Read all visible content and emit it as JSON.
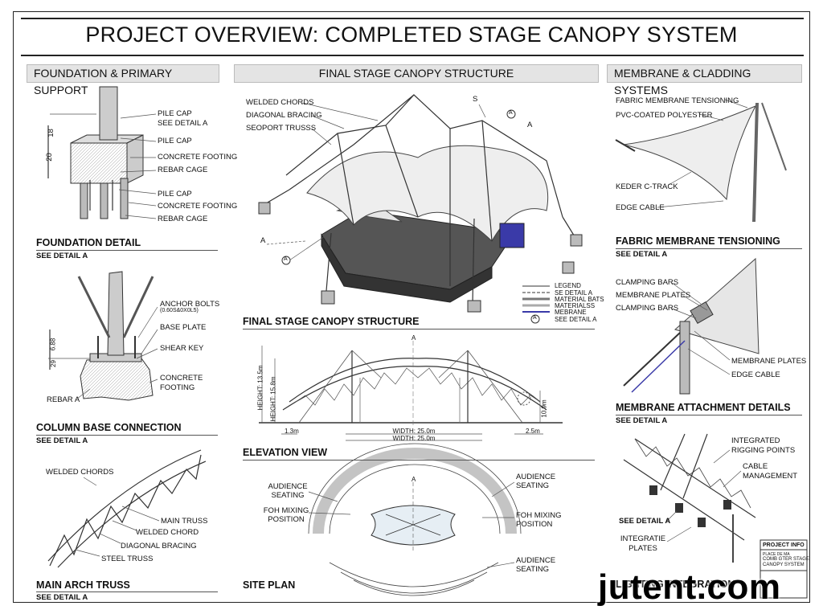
{
  "title": "PROJECT OVERVIEW: COMPLETED STAGE CANOPY SYSTEM",
  "panels": {
    "left": "FOUNDATION & PRIMARY SUPPORT",
    "center": "FINAL STAGE CANOPY STRUCTURE",
    "right": "MEMBRANE & CLADDING SYSTEMS"
  },
  "foundation": {
    "labels": [
      "PILE CAP",
      "SEE DETAIL A",
      "PILE CAP",
      "CONCRETE FOOTING",
      "REBAR CAGE",
      "PILE CAP",
      "CONCRETE FOOTING",
      "REBAR CAGE"
    ],
    "dims": [
      "18",
      "20"
    ],
    "title": "FOUNDATION DETAIL",
    "ref": "SEE DETAIL A"
  },
  "column_base": {
    "labels": [
      "ANCHOR BOLTS",
      "(0.60S&0X0L5)",
      "BASE PLATE",
      "SHEAR KEY",
      "CONCRETE",
      "FOOTING",
      "REBAR A"
    ],
    "dims": [
      "6.88",
      "29"
    ],
    "title": "COLUMN BASE CONNECTION",
    "ref": "SEE DETAIL A"
  },
  "arch_truss": {
    "labels": [
      "WELDED CHORDS",
      "MAIN TRUSS",
      "WELDED CHORD",
      "DIAGONAL BRACING",
      "STEEL TRUSS"
    ],
    "title": "MAIN ARCH TRUSS",
    "ref": "SEE DETAIL A"
  },
  "canopy": {
    "labels": [
      "WELDED CHORDS",
      "DIAGONAL BRACING",
      "SEOPORT TRUSSS"
    ],
    "markers": [
      "S",
      "A",
      "A",
      "A",
      "A"
    ],
    "legend_title": "LEGEND",
    "legend": [
      "SE DETAIL A",
      "MATERIAL BATS",
      "MATERIALSS",
      "MEBRANE",
      "SEE DETAIL A"
    ],
    "legend_marker": "A",
    "title": "FINAL STAGE CANOPY STRUCTURE"
  },
  "elevation": {
    "heights": [
      "HEIGHT: 13.5m",
      "HEIGHT: 15.8m"
    ],
    "side_height": "10.9m",
    "marker": "A",
    "dims": [
      "1.3m",
      "WIDTH: 25.0m",
      "WIDTH: 25.0m",
      "2.5m"
    ],
    "title": "ELEVATION VIEW"
  },
  "site_plan": {
    "labels": [
      "AUDIENCE",
      "SEATING",
      "FOH MIXING",
      "POSITION",
      "AUDIENCE",
      "SEATING",
      "FOH MIXING",
      "POSITION",
      "AUDIENCE",
      "SEATING"
    ],
    "marker": "A",
    "title": "SITE PLAN"
  },
  "membrane": {
    "labels": [
      "FABRIC MEMBRANE TENSIONING",
      "PVC-COATED POLYESTER",
      "KEDER C-TRACK",
      "EDGE CABLE"
    ],
    "title": "FABRIC MEMBRANE TENSIONING",
    "ref": "SEE DETAIL A"
  },
  "attachment": {
    "labels": [
      "CLAMPING BARS",
      "MEMBRANE PLATES",
      "CLAMPING BARS",
      "MEMBRANE PLATES",
      "EDGE CABLE"
    ],
    "title": "MEMBRANE ATTACHMENT DETAILS",
    "ref": "SEE DETAIL A"
  },
  "lighting": {
    "labels": [
      "INTEGRATED",
      "RIGGING POINTS",
      "CABLE",
      "MANAGEMENT",
      "SEE DETAIL A",
      "INTEGRATIE",
      "PLATES"
    ],
    "title": "LIGHTING INTEGRATION"
  },
  "project_info": {
    "title": "PROJECT INFO",
    "lines": [
      "PLACE DE MA",
      "COMB GTER STAGE",
      "CANOPY SYSTEM"
    ]
  },
  "watermark": "jutent.com",
  "colors": {
    "panel_header": "#e4e4e4",
    "accent_blue": "#3a3aa8",
    "line": "#333333"
  }
}
